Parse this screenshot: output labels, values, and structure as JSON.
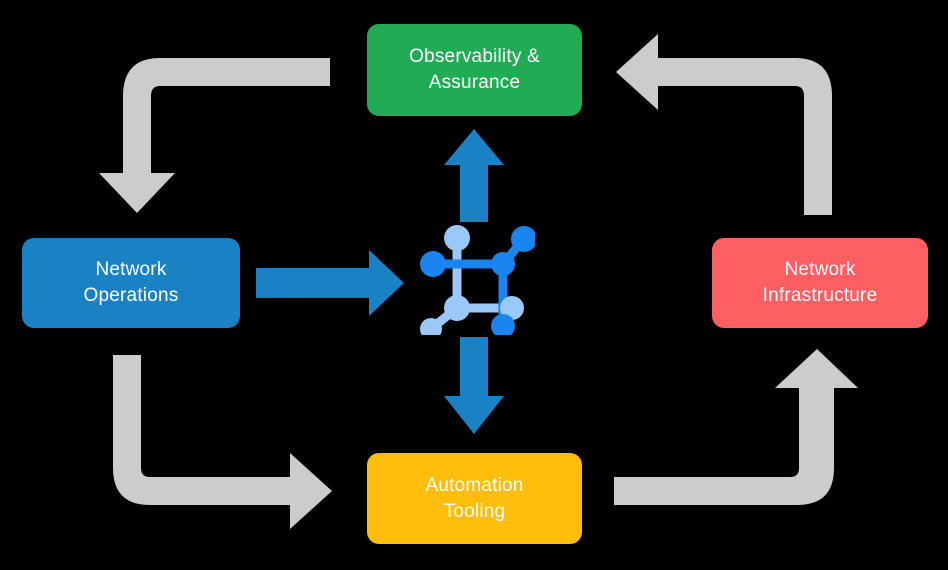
{
  "diagram": {
    "type": "cycle-diagram",
    "background_color": "#000000",
    "center": {
      "icon_name": "network-topology-icon",
      "colors": {
        "bright_node": "#1a85f0",
        "pale_node": "#9ac8f7"
      }
    },
    "nodes": [
      {
        "id": "observability",
        "label": "Observability &\nAssurance",
        "color": "#22ab55",
        "position": "top"
      },
      {
        "id": "network-operations",
        "label": "Network\nOperations",
        "color": "#1a81c4",
        "position": "left"
      },
      {
        "id": "network-infrastructure",
        "label": "Network\nInfrastructure",
        "color": "#fd5f63",
        "position": "right"
      },
      {
        "id": "automation-tooling",
        "label": "Automation\nTooling",
        "color": "#ffbe0b",
        "position": "bottom"
      }
    ],
    "blue_arrows": {
      "color": "#1a81c4",
      "items": [
        {
          "id": "ops-to-center",
          "direction": "right",
          "from": "network-operations",
          "to": "center"
        },
        {
          "id": "center-to-observability",
          "direction": "up",
          "from": "center",
          "to": "observability"
        },
        {
          "id": "center-to-automation",
          "direction": "down",
          "from": "center",
          "to": "automation-tooling"
        }
      ]
    },
    "gray_arrows": {
      "color": "#cccccc",
      "items": [
        {
          "id": "observability-to-operations",
          "corner": "top-left",
          "from": "observability",
          "to": "network-operations",
          "head": "down"
        },
        {
          "id": "infrastructure-to-observability",
          "corner": "top-right",
          "from": "network-infrastructure",
          "to": "observability",
          "head": "left"
        },
        {
          "id": "operations-to-automation",
          "corner": "bottom-left",
          "from": "network-operations",
          "to": "automation-tooling",
          "head": "right"
        },
        {
          "id": "automation-to-infrastructure",
          "corner": "bottom-right",
          "from": "automation-tooling",
          "to": "network-infrastructure",
          "head": "up"
        }
      ]
    }
  }
}
